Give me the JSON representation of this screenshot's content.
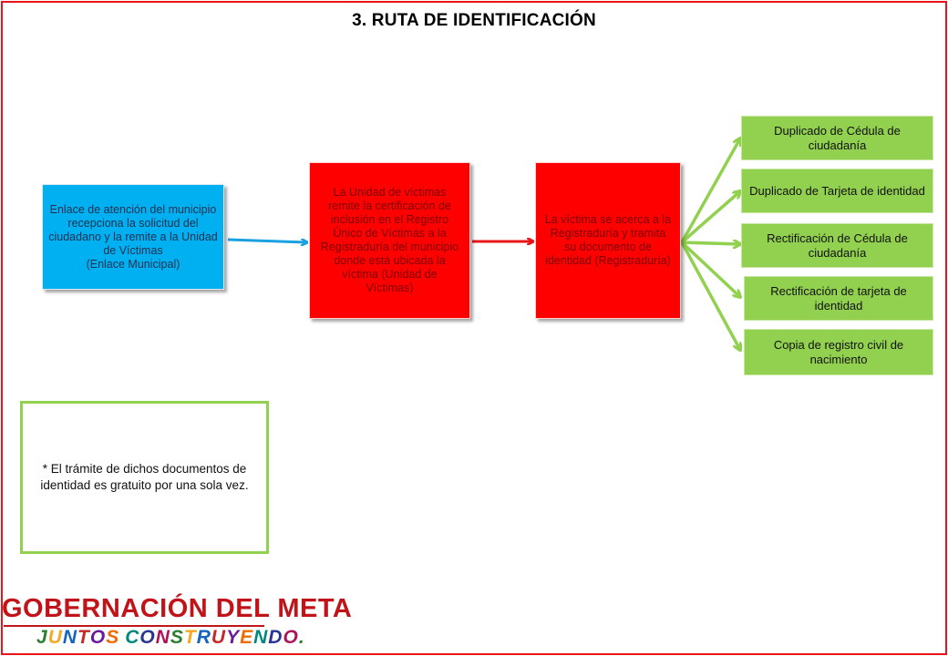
{
  "title": "3.  RUTA DE IDENTIFICACIÓN",
  "nodes": {
    "enlace": "Enlace de atención  del municipio recepciona la solicitud del  ciudadano y la remite a la Unidad de Víctimas\n(Enlace Municipal)",
    "unidad": "La Unidad de víctimas remite la certificación de inclusión  en el Registro Único de Víctimas a la Registraduría del municipio donde está ubicada la víctima (Unidad de Víctimas)",
    "registraduria": "La víctima se acerca a la Registraduría  y tramita su documento de identidad (Registraduría)"
  },
  "outcomes": [
    "Duplicado de Cédula de ciudadanía",
    "Duplicado de Tarjeta de identidad",
    "Rectificación de Cédula de ciudadanía",
    "Rectificación de tarjeta de identidad",
    "Copia de registro civil de nacimiento"
  ],
  "note": "* El trámite de dichos documentos de identidad es gratuito por una sola vez.",
  "logo": {
    "main": "GOBERNACIÓN DEL META",
    "sub": "JUNTOS CONSTRUYENDO."
  },
  "colors": {
    "frame": "#e8141a",
    "blue": "#00b0f0",
    "red": "#ff0000",
    "green": "#92d050",
    "arrow_blue": "#1ba1e2",
    "arrow_red": "#e8141a",
    "arrow_green": "#92d050"
  }
}
